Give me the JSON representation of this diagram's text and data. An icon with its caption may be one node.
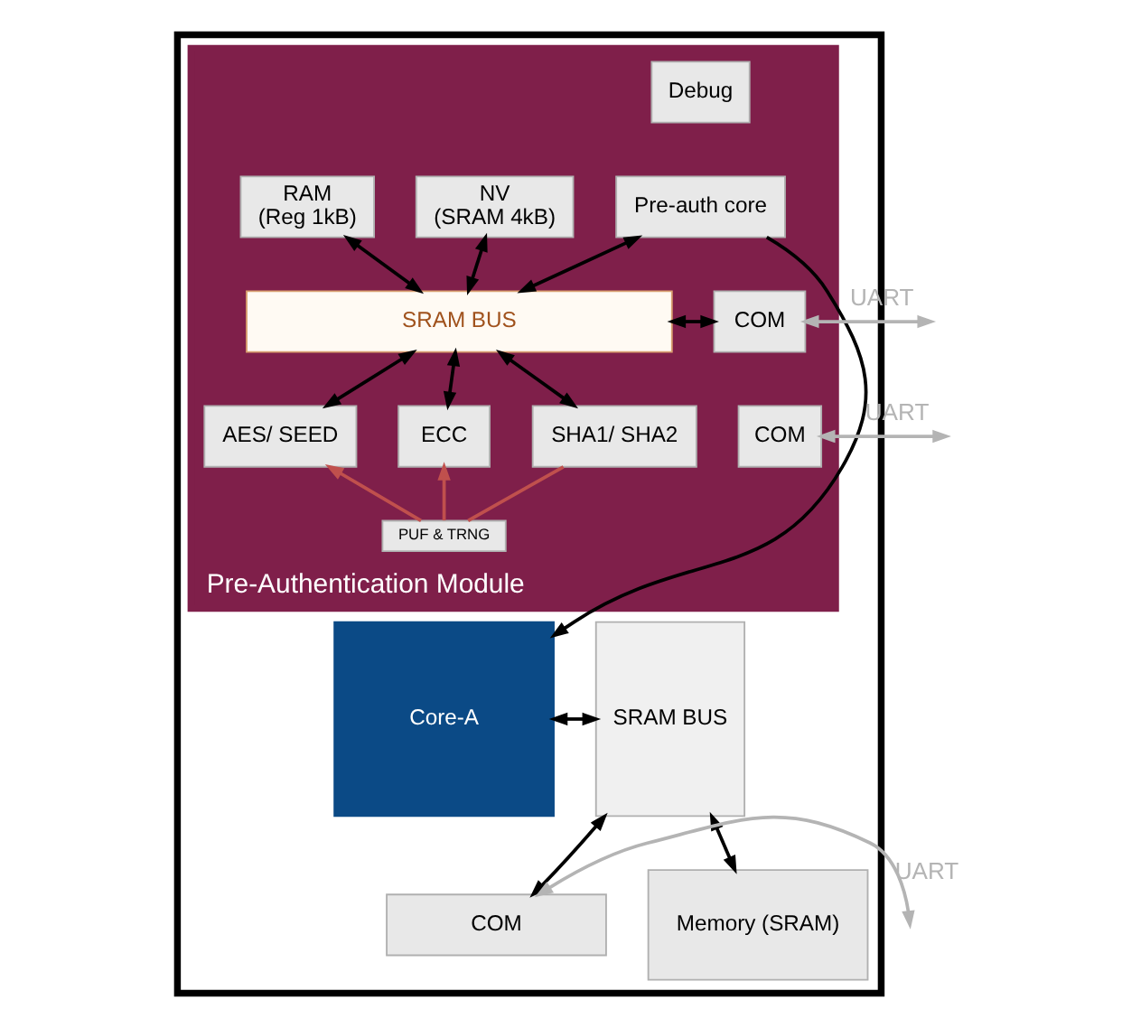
{
  "diagram": {
    "nodes": [
      {
        "text": [],
        "shape": "box"
      },
      {
        "text": [
          "Pre-Authentication Module"
        ],
        "in": 0
      },
      {
        "text": [
          "Debug"
        ],
        "in": 1
      },
      {
        "text": [
          "Pre-auth core"
        ],
        "in": 1
      },
      {
        "text": [
          "RAM",
          "(Reg 1kB)"
        ],
        "in": 1
      },
      {
        "text": [
          "NV",
          "(SRAM 4kB)"
        ],
        "in": 1
      },
      {
        "text": [
          "SRAM BUS"
        ],
        "in": 1
      },
      {
        "text": [
          "COM"
        ],
        "in": 1
      },
      {
        "text": [
          "AES/ SEED"
        ],
        "in": 1
      },
      {
        "text": [
          "ECC"
        ],
        "in": 1
      },
      {
        "text": [
          "SHA1/ SHA2"
        ],
        "in": 1
      },
      {
        "text": [
          "COM"
        ],
        "in": 1
      },
      {
        "text": [
          "PUF & TRNG"
        ],
        "in": 1
      },
      {
        "text": [
          "Core-A"
        ],
        "in": 0
      },
      {
        "text": [
          "SRAM BUS"
        ],
        "in": 0
      },
      {
        "text": [
          "Memory (SRAM)"
        ],
        "in": 0
      },
      {
        "text": [
          "COM"
        ],
        "in": 0
      }
    ],
    "edges": [
      {
        "from": 3,
        "to": 6,
        "arrow": "both"
      },
      {
        "from": 4,
        "to": 6,
        "arrow": "both"
      },
      {
        "from": 5,
        "to": 6,
        "arrow": "both"
      },
      {
        "from": 6,
        "to": 7,
        "arrow": "both"
      },
      {
        "from": 6,
        "to": 8,
        "arrow": "both"
      },
      {
        "from": 6,
        "to": 9,
        "arrow": "both"
      },
      {
        "from": 6,
        "to": 10,
        "arrow": "both"
      },
      {
        "from": 7,
        "to": null,
        "arrow": "both",
        "label": "UART",
        "color": "#b4b4b4"
      },
      {
        "from": 11,
        "to": null,
        "arrow": "both",
        "label": "UART",
        "color": "#b4b4b4"
      },
      {
        "from": 12,
        "to": 8,
        "arrow": "to",
        "color": "#c0504d"
      },
      {
        "from": 12,
        "to": 9,
        "arrow": "to",
        "color": "#c0504d"
      },
      {
        "from": 10,
        "to": 12,
        "arrow": "none",
        "color": "#c0504d"
      },
      {
        "from": 3,
        "to": 13,
        "arrow": "to"
      },
      {
        "from": 13,
        "to": 14,
        "arrow": "both"
      },
      {
        "from": 14,
        "to": 15,
        "arrow": "both"
      },
      {
        "from": 14,
        "to": 16,
        "arrow": "both"
      },
      {
        "from": 16,
        "to": null,
        "arrow": "both",
        "label": "UART",
        "color": "#b4b4b4"
      }
    ]
  }
}
